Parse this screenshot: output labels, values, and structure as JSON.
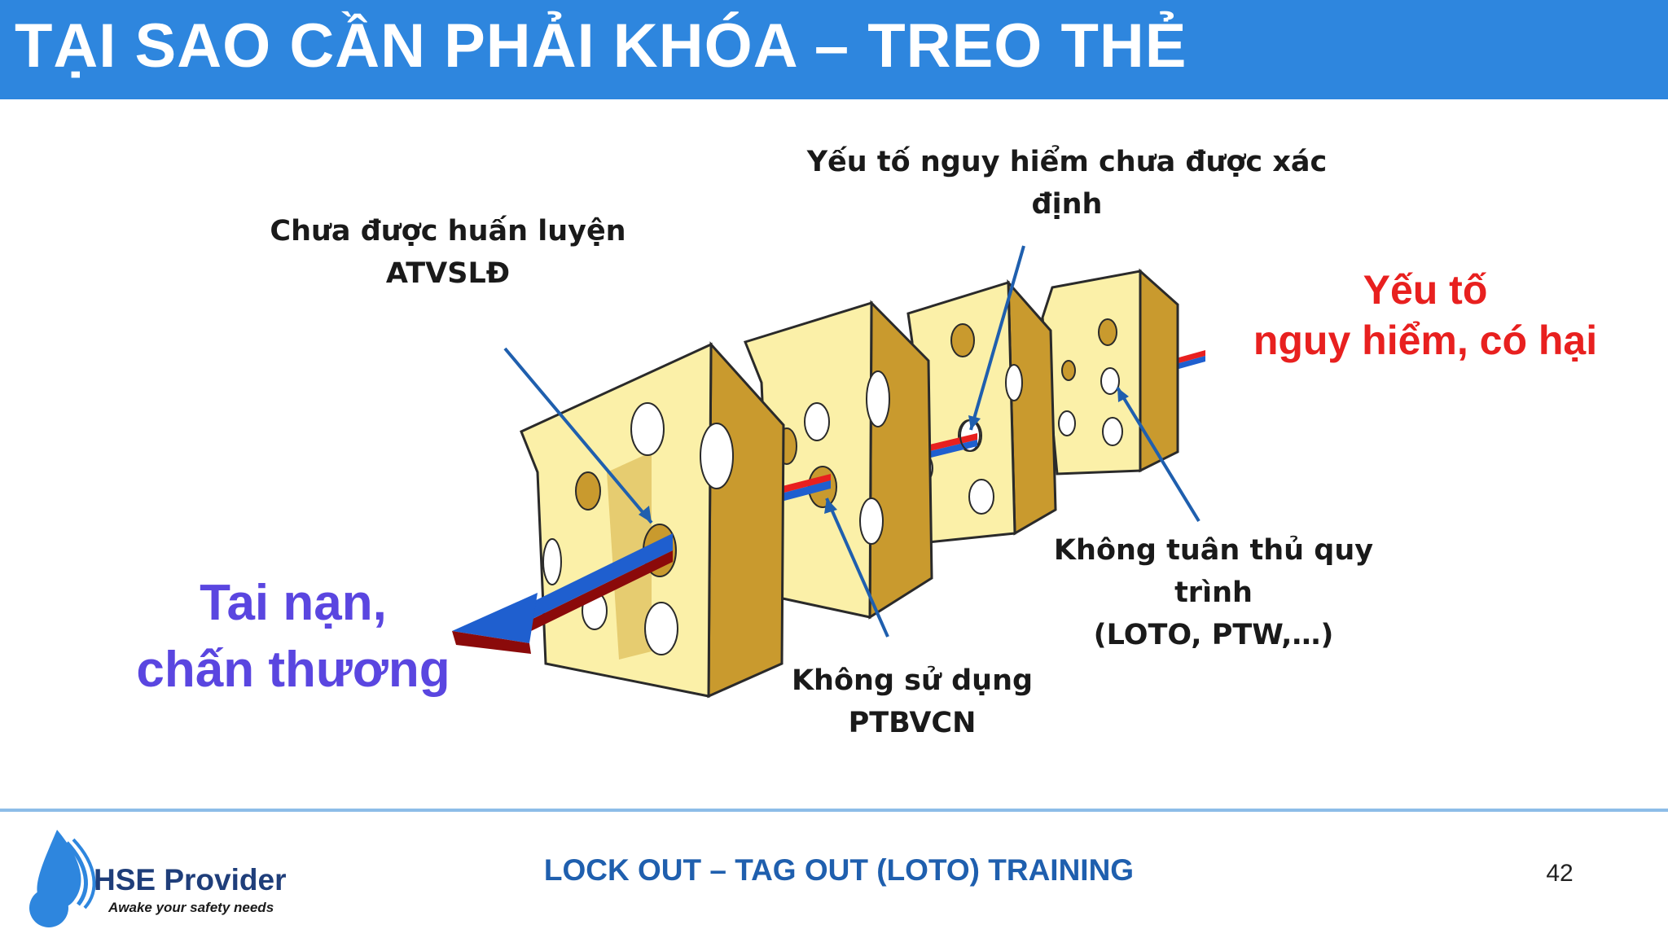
{
  "slide": {
    "title": "TẠI SAO CẦN PHẢI KHÓA – TREO THẺ",
    "page_number": "42"
  },
  "diagram": {
    "hazard_label": [
      "Yếu tố",
      "nguy hiểm, có hại"
    ],
    "accident_label": [
      "Tai nạn,",
      "chấn thương"
    ],
    "layers": [
      {
        "lines": [
          "Chưa được huấn luyện",
          "ATVSLĐ"
        ]
      },
      {
        "lines": [
          "Không sử dụng",
          "PTBVCN"
        ]
      },
      {
        "lines": [
          "Yếu tố nguy hiểm chưa được xác",
          "định"
        ]
      },
      {
        "lines": [
          "Không tuân thủ quy trình",
          "(LOTO, PTW,…)"
        ]
      }
    ]
  },
  "footer": {
    "center_text": "LOCK OUT – TAG OUT (LOTO) TRAINING",
    "brand_main": "HSE Provider",
    "brand_tagline": "Awake your safety needs"
  },
  "colors": {
    "title_bar": "#2e86de",
    "hazard": "#e8201f",
    "accident": "#5a46e0",
    "arrow_blue": "#1f5fcf",
    "arrow_red": "#8b0a0a",
    "cheese_face": "#fbf0a8",
    "cheese_side": "#c99a2e",
    "pointer": "#1f5fae"
  }
}
